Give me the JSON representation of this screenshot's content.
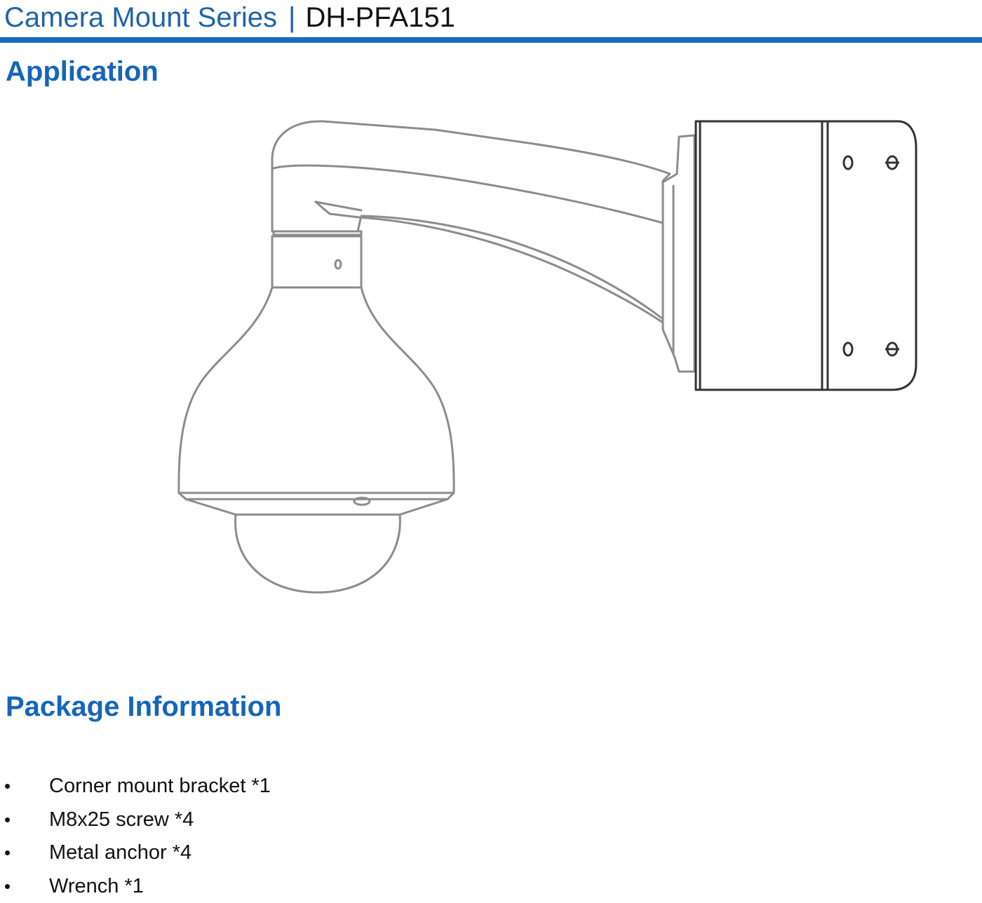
{
  "header": {
    "series": "Camera Mount Series",
    "separator": "|",
    "model": "DH-PFA151"
  },
  "application": {
    "title": "Application",
    "illustration_icon": "camera-with-wall-mount-icon"
  },
  "package": {
    "title": "Package Information",
    "bullet": "•",
    "items": [
      "Corner mount bracket *1",
      "M8x25 screw *4",
      "Metal anchor *4",
      "Wrench *1"
    ]
  },
  "colors": {
    "brand_blue": "#1b6bbf",
    "heading_blue": "#1665b8",
    "drawing_stroke": "#8c8c8c",
    "mount_stroke": "#333333"
  }
}
